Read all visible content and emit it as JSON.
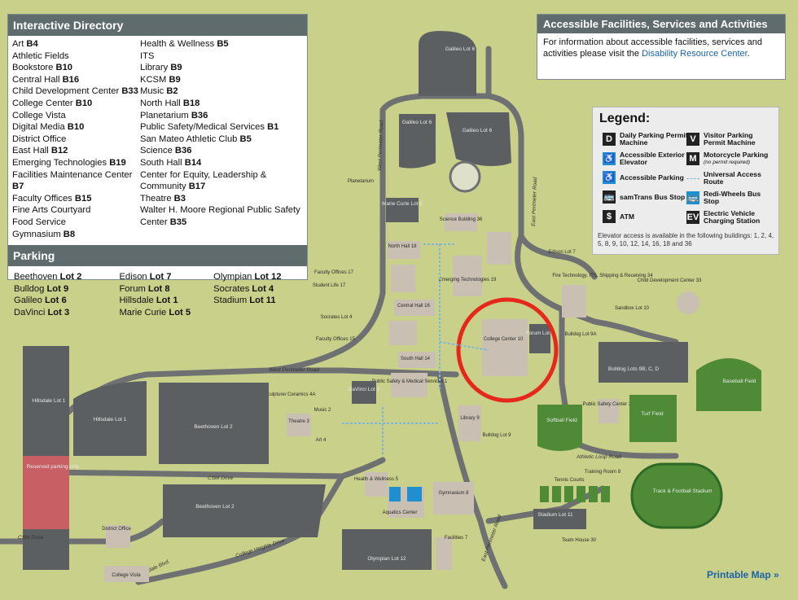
{
  "directory": {
    "title": "Interactive Directory",
    "col1": [
      {
        "name": "Art ",
        "code": "B4"
      },
      {
        "name": "Athletic Fields",
        "code": ""
      },
      {
        "name": "Bookstore ",
        "code": "B10"
      },
      {
        "name": "Central Hall ",
        "code": "B16"
      },
      {
        "name": "Child Development Center ",
        "code": "B33"
      },
      {
        "name": "College Center ",
        "code": "B10"
      },
      {
        "name": "College Vista",
        "code": ""
      },
      {
        "name": "Digital Media ",
        "code": "B10"
      },
      {
        "name": "District Office",
        "code": ""
      },
      {
        "name": "East Hall ",
        "code": "B12"
      },
      {
        "name": "Emerging Technologies ",
        "code": "B19"
      },
      {
        "name": "Facilities Maintenance Center ",
        "code": "B7"
      },
      {
        "name": "Faculty Offices ",
        "code": "B15"
      },
      {
        "name": "Fine Arts Courtyard",
        "code": ""
      },
      {
        "name": "Food Service",
        "code": ""
      },
      {
        "name": "Gymnasium ",
        "code": "B8"
      }
    ],
    "col2": [
      {
        "name": "Health & Wellness ",
        "code": "B5"
      },
      {
        "name": "ITS",
        "code": ""
      },
      {
        "name": "Library ",
        "code": "B9"
      },
      {
        "name": "KCSM ",
        "code": "B9"
      },
      {
        "name": "Music ",
        "code": "B2"
      },
      {
        "name": "North Hall ",
        "code": "B18"
      },
      {
        "name": "Planetarium ",
        "code": "B36"
      },
      {
        "name": "Public Safety/Medical Services ",
        "code": "B1"
      },
      {
        "name": "San Mateo Athletic Club ",
        "code": "B5"
      },
      {
        "name": "Science ",
        "code": "B36"
      },
      {
        "name": "South Hall ",
        "code": "B14"
      },
      {
        "name": "Center for Equity, Leadership & Community ",
        "code": "B17"
      },
      {
        "name": "Theatre ",
        "code": "B3"
      },
      {
        "name": "Walter H. Moore Regional Public Safety Center ",
        "code": "B35"
      }
    ]
  },
  "parking": {
    "title": "Parking",
    "col1": [
      {
        "name": "Beethoven ",
        "code": "Lot 2"
      },
      {
        "name": "Bulldog ",
        "code": "Lot 9"
      },
      {
        "name": "Galileo ",
        "code": "Lot 6"
      },
      {
        "name": "DaVinci ",
        "code": "Lot 3"
      }
    ],
    "col2": [
      {
        "name": "Edison ",
        "code": "Lot 7"
      },
      {
        "name": "Forum ",
        "code": "Lot 8"
      },
      {
        "name": "Hillsdale ",
        "code": "Lot 1"
      },
      {
        "name": "Marie Curie ",
        "code": "Lot 5"
      }
    ],
    "col3": [
      {
        "name": "Olympian ",
        "code": "Lot 12"
      },
      {
        "name": "Socrates ",
        "code": "Lot 4"
      },
      {
        "name": "Stadium ",
        "code": "Lot 11"
      }
    ]
  },
  "access": {
    "title": "Accessible Facilities, Services and Activities",
    "text": "For information about accessible facilities, services and activities please visit the ",
    "link": "Disability Resource Center",
    "end": "."
  },
  "legend": {
    "title": "Legend:",
    "items": [
      {
        "icon": "D",
        "label": "Daily Parking Permit Machine",
        "sub": "",
        "kind": "dark"
      },
      {
        "icon": "V",
        "label": "Visitor Parking Permit Machine",
        "sub": "",
        "kind": "dark"
      },
      {
        "icon": "♿",
        "label": "Accessible Exterior Elevator",
        "sub": "",
        "kind": "blue"
      },
      {
        "icon": "M",
        "label": "Motorcycle Parking",
        "sub": "(no permit required)",
        "kind": "dark"
      },
      {
        "icon": "♿",
        "label": "Accessible Parking",
        "sub": "",
        "kind": "blue"
      },
      {
        "icon": "",
        "label": "Universal Access Route",
        "sub": "",
        "kind": "line"
      },
      {
        "icon": "🚌",
        "label": "samTrans Bus Stop",
        "sub": "",
        "kind": "dark"
      },
      {
        "icon": "🚌",
        "label": "Redi-Wheels Bus Stop",
        "sub": "",
        "kind": "blue"
      },
      {
        "icon": "$",
        "label": "ATM",
        "sub": "",
        "kind": "dark"
      },
      {
        "icon": "EV",
        "label": "Electric Vehicle Charging Station",
        "sub": "",
        "kind": "dark"
      }
    ],
    "note": "Elevator access is available in the following buildings: 1, 2, 4, 5, 8, 9, 10, 12, 14, 16, 18 and 36"
  },
  "map_labels": {
    "galileo6_top": "Galileo Lot 6",
    "galileo6_a": "Galileo Lot 6",
    "galileo6_b": "Galileo Lot 6",
    "planetarium": "Planetarium",
    "mariecurie": "Marie Curie Lot 5",
    "science": "Science Building 36",
    "northhall": "North Hall 18",
    "edison": "Edison Lot 7",
    "faculty17": "Faculty Offices 17",
    "studentlife": "Student Life 17",
    "emerging": "Emerging Technologies 19",
    "centralhall": "Central Hall 16",
    "socrates": "Socrates Lot 4",
    "faculty15": "Faculty Offices 15",
    "southhall": "South Hall 14",
    "collegecenter": "College Center 10",
    "forum": "Forum Lot 8",
    "bulldog9a": "Bulldog Lot 9A",
    "bulldog9bcd": "Bulldog Lots 9B, C, D",
    "fire": "Fire Technology, ITS, Shipping & Receiving 34",
    "childdev": "Child Development Center 33",
    "sandbox": "Sandbox Lot 10",
    "baseball": "Baseball Field",
    "westperim": "West Perimeter Road",
    "westperim2": "West Perimeter Road",
    "eastperim": "East Perimeter Road",
    "eastperim2": "East Perimeter Road",
    "pubsafety": "Public Safety & Medical Services 1",
    "davinci": "DaVinci Lot 3",
    "sculpture": "Sculpture/ Ceramics 4A",
    "music": "Music 2",
    "theatre": "Theatre 3",
    "art": "Art 4",
    "library": "Library 9",
    "bulldog9": "Bulldog Lot 9",
    "pubsafetyctr": "Public Safety Center 35",
    "softball": "Softball Field",
    "turf": "Turf Field",
    "athleticloop": "Athletic Loop Road",
    "hillsdale1a": "Hillsdale Lot 1",
    "hillsdale1b": "Hillsdale Lot 1",
    "reserved": "Reserved parking only",
    "beethoven2a": "Beethoven Lot 2",
    "beethoven2b": "Beethoven Lot 2",
    "csmdrive": "CSM Drive",
    "csmdrive2": "CSM Drive",
    "health": "Health & Wellness 5",
    "aquatics": "Aquatics Center",
    "gym": "Gymnasium 8",
    "tennis": "Tennis Courts",
    "training": "Training Room 8",
    "track": "Track & Football Stadium",
    "stadium11": "Stadium Lot 11",
    "teamhouse": "Team House 30",
    "district": "District Office",
    "collegehts": "College Heights Drive",
    "olympian": "Olympian Lot 12",
    "facilities7": "Facilities 7",
    "collegevista": "College Vista",
    "hillsdaleblvd": "Hillsdale Blvd."
  },
  "printable": "Printable Map »",
  "colors": {
    "grass": "#c9d089",
    "road": "#6e7072",
    "building": "#c9bfb3",
    "lot": "#5c5f61",
    "field": "#4f8a37",
    "reserved": "#c85f64",
    "highlight": "#e6271b",
    "access": "#1f8fd0"
  }
}
